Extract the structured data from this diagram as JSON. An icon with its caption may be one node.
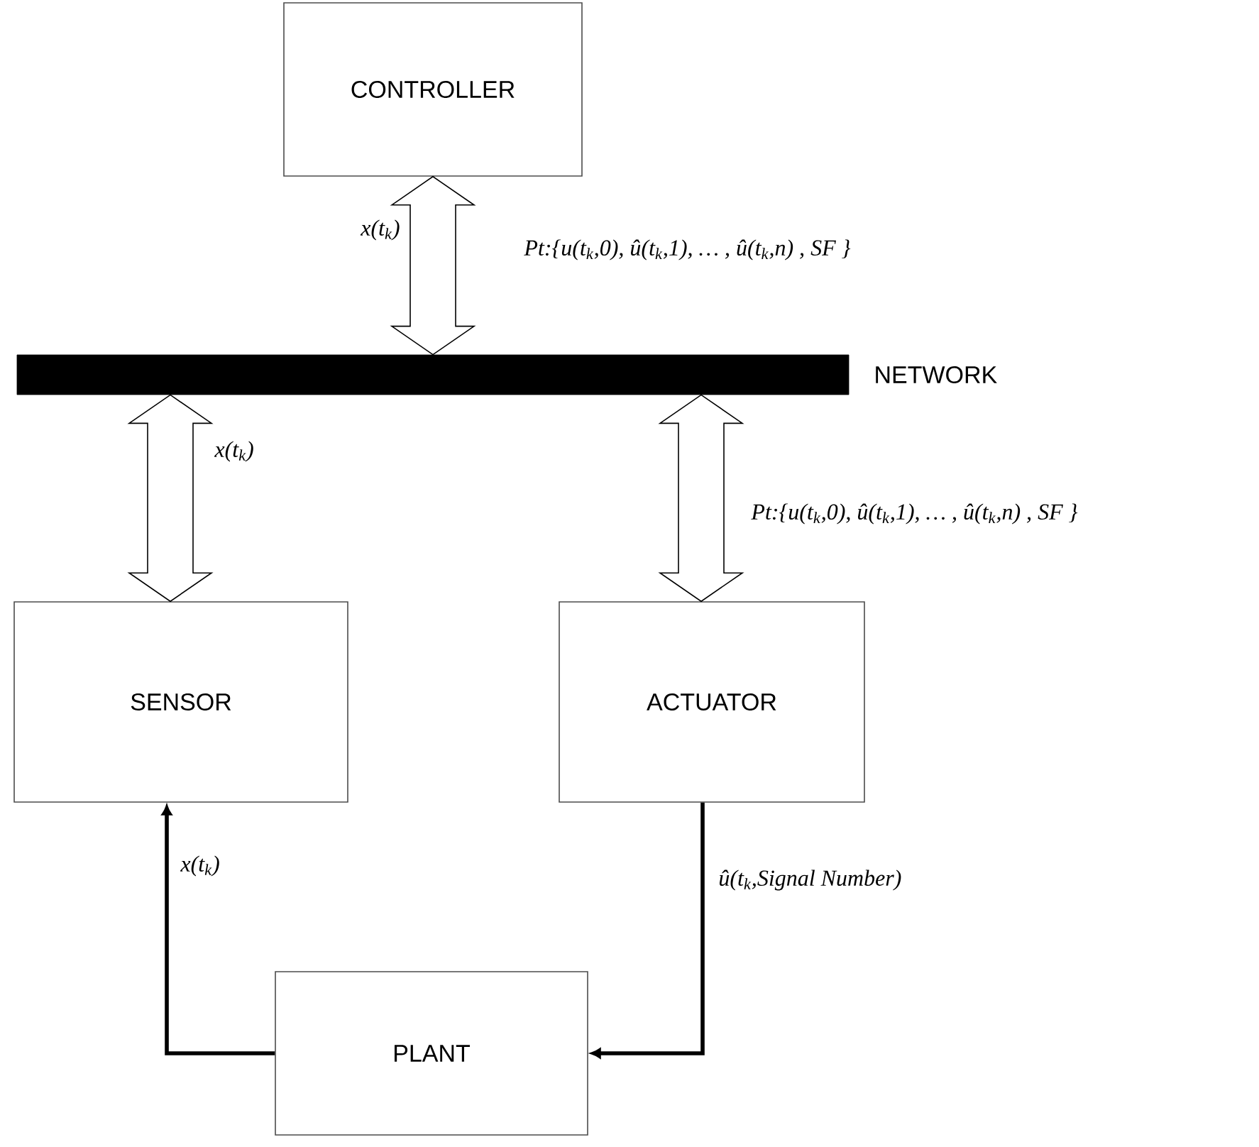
{
  "diagram": {
    "nodes": [
      {
        "text": [
          "CONTROLLER"
        ]
      },
      {
        "text": [
          "NETWORK"
        ]
      },
      {
        "text": [
          "SENSOR"
        ]
      },
      {
        "text": [
          "ACTUATOR"
        ]
      },
      {
        "text": [
          "PLANT"
        ]
      }
    ],
    "edges": [
      {
        "from": 0,
        "to": 1,
        "arrow": "both",
        "style": "thick",
        "label": "x(t$_{k}$)"
      },
      {
        "from": 1,
        "to": 2,
        "arrow": "both",
        "style": "thick",
        "label": "x(t$_{k}$)"
      },
      {
        "from": 1,
        "to": 3,
        "arrow": "both",
        "style": "thick",
        "label": "Pt:{u(t$_{k}$,0), û(t$_{k}$,1), … , û(t$_{k}$,n) , SF }"
      },
      {
        "from": 4,
        "to": 2,
        "arrow": "to",
        "label": "x(t$_{k}$)"
      },
      {
        "from": 3,
        "to": 4,
        "arrow": "to",
        "label": "û(t$_{k}$,Signal Number)"
      }
    ],
    "labels": [
      "Pt:{u(t$_{k}$,0), û(t$_{k}$,1), … , û(t$_{k}$,n) , SF }"
    ]
  }
}
